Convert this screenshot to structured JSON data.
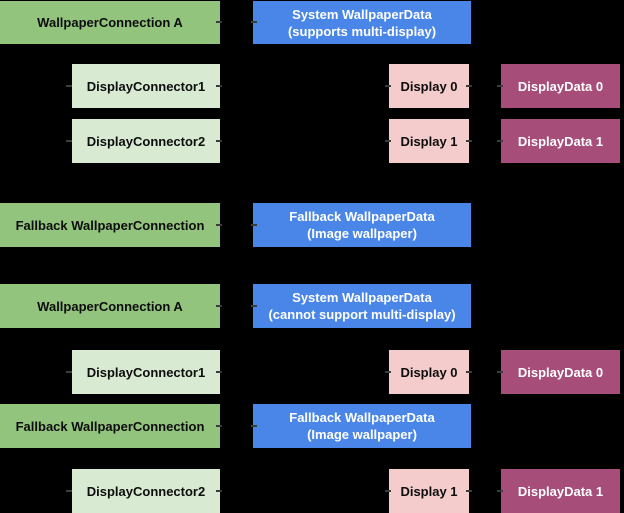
{
  "diagram": {
    "description": "Wallpaper multi-display architecture diagram",
    "background_color": "#000000",
    "palette": {
      "wallpaper_connection_green": "#93c47d",
      "display_connector_light_green": "#d9ead3",
      "wallpaper_data_blue": "#4a86e8",
      "display_pink": "#f4cccc",
      "display_data_magenta": "#a64d79",
      "dark_text": "#0d0d0d",
      "light_text": "#ffffff",
      "connector_nub_gray": "#3c3c3c"
    },
    "nodes": [
      {
        "label": "WallpaperConnection A",
        "type": "wallpaper-connection"
      },
      {
        "label": "System WallpaperData\n(supports multi-display)",
        "type": "wallpaper-data"
      },
      {
        "label": "DisplayConnector1",
        "type": "display-connector"
      },
      {
        "label": "Display 0",
        "type": "display"
      },
      {
        "label": "DisplayData 0",
        "type": "display-data"
      },
      {
        "label": "DisplayConnector2",
        "type": "display-connector"
      },
      {
        "label": "Display 1",
        "type": "display"
      },
      {
        "label": "DisplayData 1",
        "type": "display-data"
      },
      {
        "label": "Fallback WallpaperConnection",
        "type": "wallpaper-connection"
      },
      {
        "label": "Fallback WallpaperData\n(Image wallpaper)",
        "type": "wallpaper-data"
      },
      {
        "label": "WallpaperConnection A",
        "type": "wallpaper-connection"
      },
      {
        "label": "System WallpaperData\n(cannot support multi-display)",
        "type": "wallpaper-data"
      },
      {
        "label": "DisplayConnector1",
        "type": "display-connector"
      },
      {
        "label": "Display 0",
        "type": "display"
      },
      {
        "label": "DisplayData 0",
        "type": "display-data"
      },
      {
        "label": "Fallback WallpaperConnection",
        "type": "wallpaper-connection"
      },
      {
        "label": "Fallback WallpaperData\n(Image wallpaper)",
        "type": "wallpaper-data"
      },
      {
        "label": "DisplayConnector2",
        "type": "display-connector"
      },
      {
        "label": "Display 1",
        "type": "display"
      },
      {
        "label": "DisplayData 1",
        "type": "display-data"
      }
    ]
  }
}
